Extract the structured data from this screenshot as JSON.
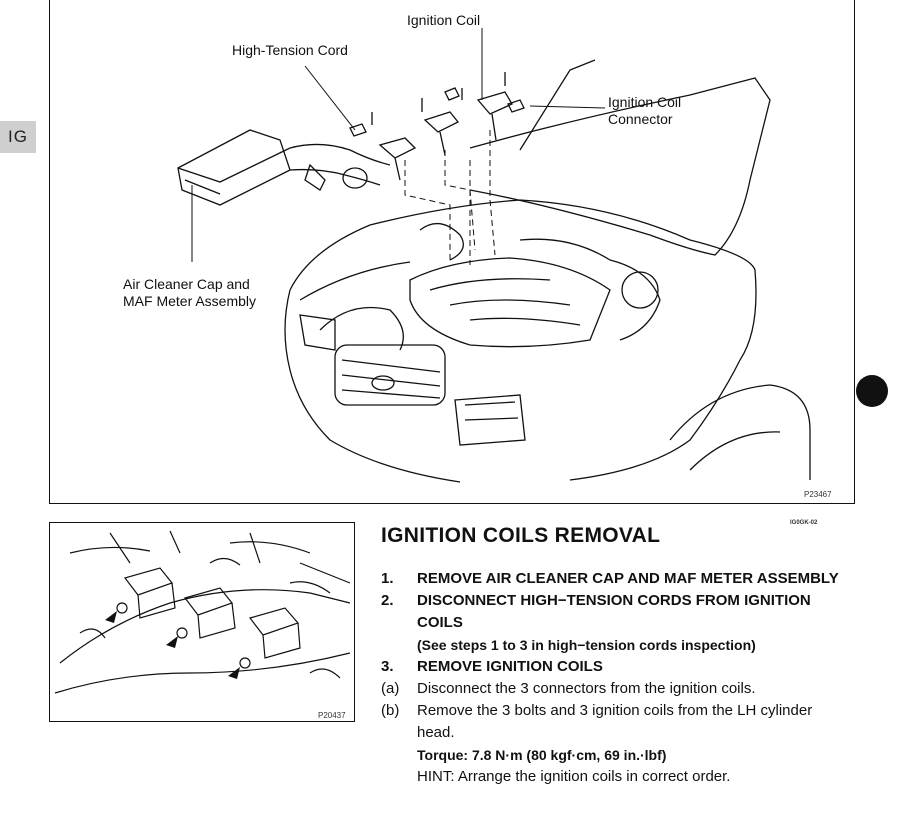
{
  "side_tab": "IG",
  "main_figure": {
    "labels": {
      "ignition_coil": "Ignition Coil",
      "high_tension_cord": "High-Tension Cord",
      "ignition_coil_connector": "Ignition Coil Connector",
      "air_cleaner": "Air Cleaner Cap and MAF Meter Assembly"
    },
    "figure_number": "P23467"
  },
  "small_figure": {
    "figure_number": "P20437"
  },
  "section_code": "IG0GK-02",
  "title": "IGNITION COILS REMOVAL",
  "steps": [
    {
      "num": "1.",
      "text": "REMOVE AIR CLEANER CAP AND MAF METER ASSEMBLY"
    },
    {
      "num": "2.",
      "text": "DISCONNECT HIGH−TENSION CORDS FROM IGNITION COILS"
    },
    {
      "note": "(See steps 1 to 3 in high−tension cords inspection)"
    },
    {
      "num": "3.",
      "text": "REMOVE IGNITION COILS"
    },
    {
      "num": "(a)",
      "text": "Disconnect the 3 connectors from the ignition coils."
    },
    {
      "num": "(b)",
      "text": "Remove the 3 bolts and 3 ignition coils from the LH cylinder head."
    },
    {
      "torque": "Torque: 7.8 N·m (80 kgf·cm, 69 in.·lbf)"
    },
    {
      "hint": "HINT: Arrange the ignition coils in correct order."
    }
  ]
}
